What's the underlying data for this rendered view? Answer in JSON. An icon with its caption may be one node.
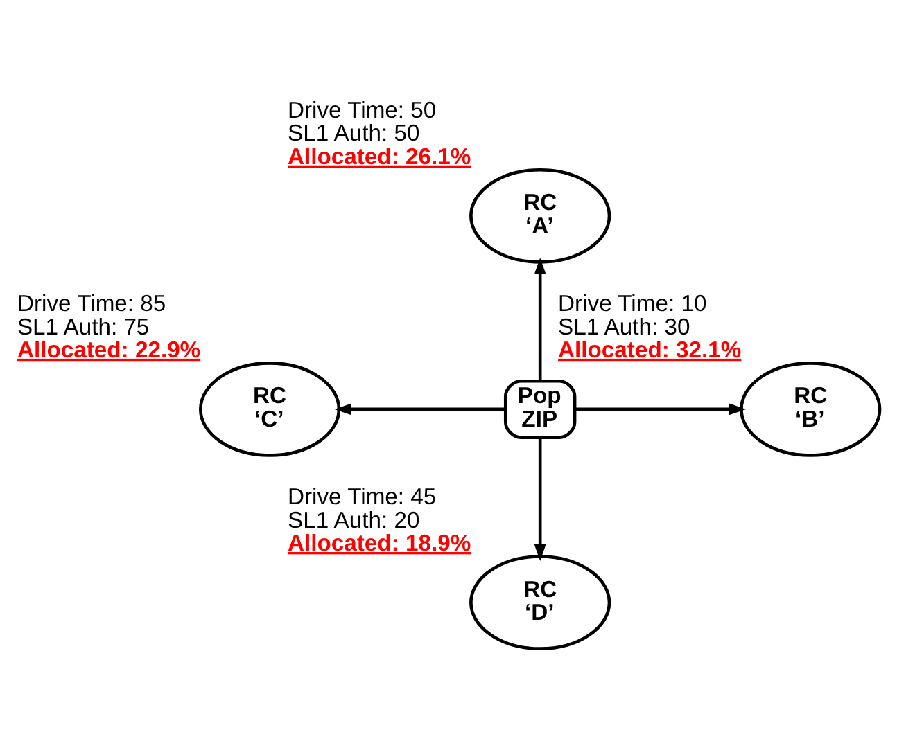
{
  "diagram": {
    "nodes": [
      {
        "text": [
          "Pop ZIP"
        ]
      },
      {
        "text": [
          "RC ‘A’"
        ],
        "beside": [
          "Drive Time: 50",
          "SL1 Auth: 50",
          "Allocated: 26.1%"
        ]
      },
      {
        "text": [
          "RC ‘B’"
        ],
        "beside": [
          "Drive Time: 10",
          "SL1 Auth: 30",
          "Allocated: 32.1%"
        ]
      },
      {
        "text": [
          "RC ‘C’"
        ],
        "beside": [
          "Drive Time: 85",
          "SL1 Auth: 75",
          "Allocated: 22.9%"
        ]
      },
      {
        "text": [
          "RC ‘D’"
        ],
        "beside": [
          "Drive Time: 45",
          "SL1 Auth: 20",
          "Allocated: 18.9%"
        ]
      }
    ],
    "edges": [
      {
        "from": 0,
        "to": 1,
        "arrow": "to"
      },
      {
        "from": 0,
        "to": 2,
        "arrow": "to"
      },
      {
        "from": 0,
        "to": 3,
        "arrow": "to"
      },
      {
        "from": 0,
        "to": 4,
        "arrow": "to"
      }
    ]
  }
}
